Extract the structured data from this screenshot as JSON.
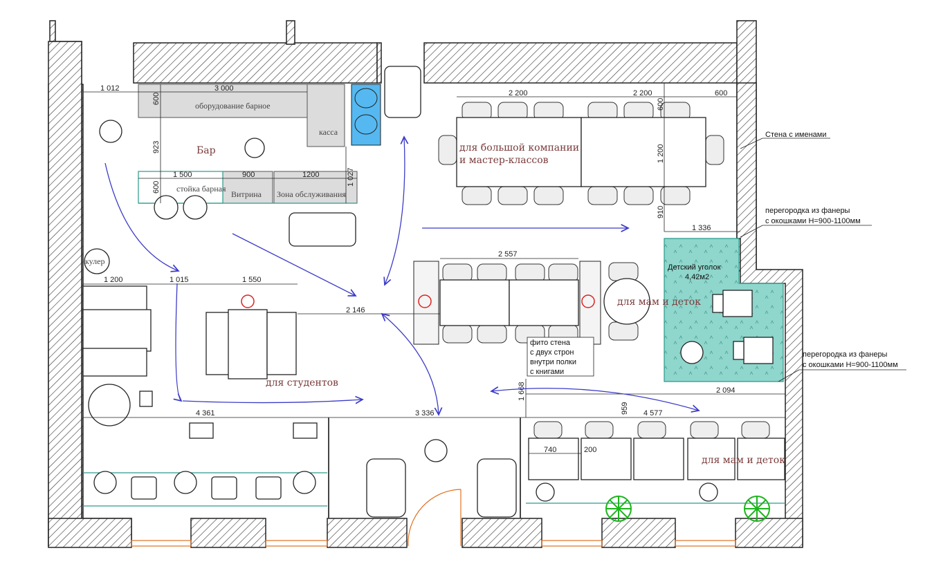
{
  "colors": {
    "flow_arrows": "#3b3bc8",
    "kids_zone_fill": "#8fd6cc",
    "zone_text": "#7a3a3a",
    "counter_fill": "#dcdcdc",
    "sink_fill": "#56b8f0",
    "plants": "#1db31d",
    "window_frame": "#e07020"
  },
  "zones": {
    "bar": "Бар",
    "big_company_line1": "для большой компании",
    "big_company_line2": "и мастер-классов",
    "moms_round": "для мам и деток",
    "moms_bottom": "для мам и деток",
    "students": "для студентов",
    "kids_corner_line1": "Детский уголок",
    "kids_corner_line2": "4,42м2"
  },
  "labels": {
    "bar_equipment": "оборудование барное",
    "cashier": "касса",
    "bar_counter": "стойка барная",
    "showcase": "Витрина",
    "service_zone": "Зона обслуживания",
    "cooler": "кулер"
  },
  "notes": {
    "names_wall": "Стена с именами",
    "partition_1_line1": "перегородка из фанеры",
    "partition_1_line2": "с окошками Н=900-1100мм",
    "partition_2_line1": "перегородка из фанеры",
    "partition_2_line2": "с окошками Н=900-1100мм",
    "photo_wall_1": "фито стена",
    "photo_wall_2": "с двух строн",
    "photo_wall_3": "внутри полки",
    "photo_wall_4": "с книгами"
  },
  "dimensions": {
    "d1012": "1 012",
    "d3000": "3 000",
    "d600a": "600",
    "d923": "923",
    "d600b": "600",
    "d1500": "1 500",
    "d900": "900",
    "d1200a": "1200",
    "d1027": "1 027",
    "d2200a": "2 200",
    "d2200b": "2 200",
    "d600c": "600",
    "d600d": "600",
    "d1200b": "1 200",
    "d910": "910",
    "d1336": "1 336",
    "d2557": "2 557",
    "d1200c": "1 200",
    "d1015": "1 015",
    "d1550": "1 550",
    "d2146": "2 146",
    "d1668": "1 668",
    "d2094": "2 094",
    "d4361": "4 361",
    "d3336": "3 336",
    "d959": "959",
    "d4577": "4 577",
    "d740": "740",
    "d200": "200"
  }
}
